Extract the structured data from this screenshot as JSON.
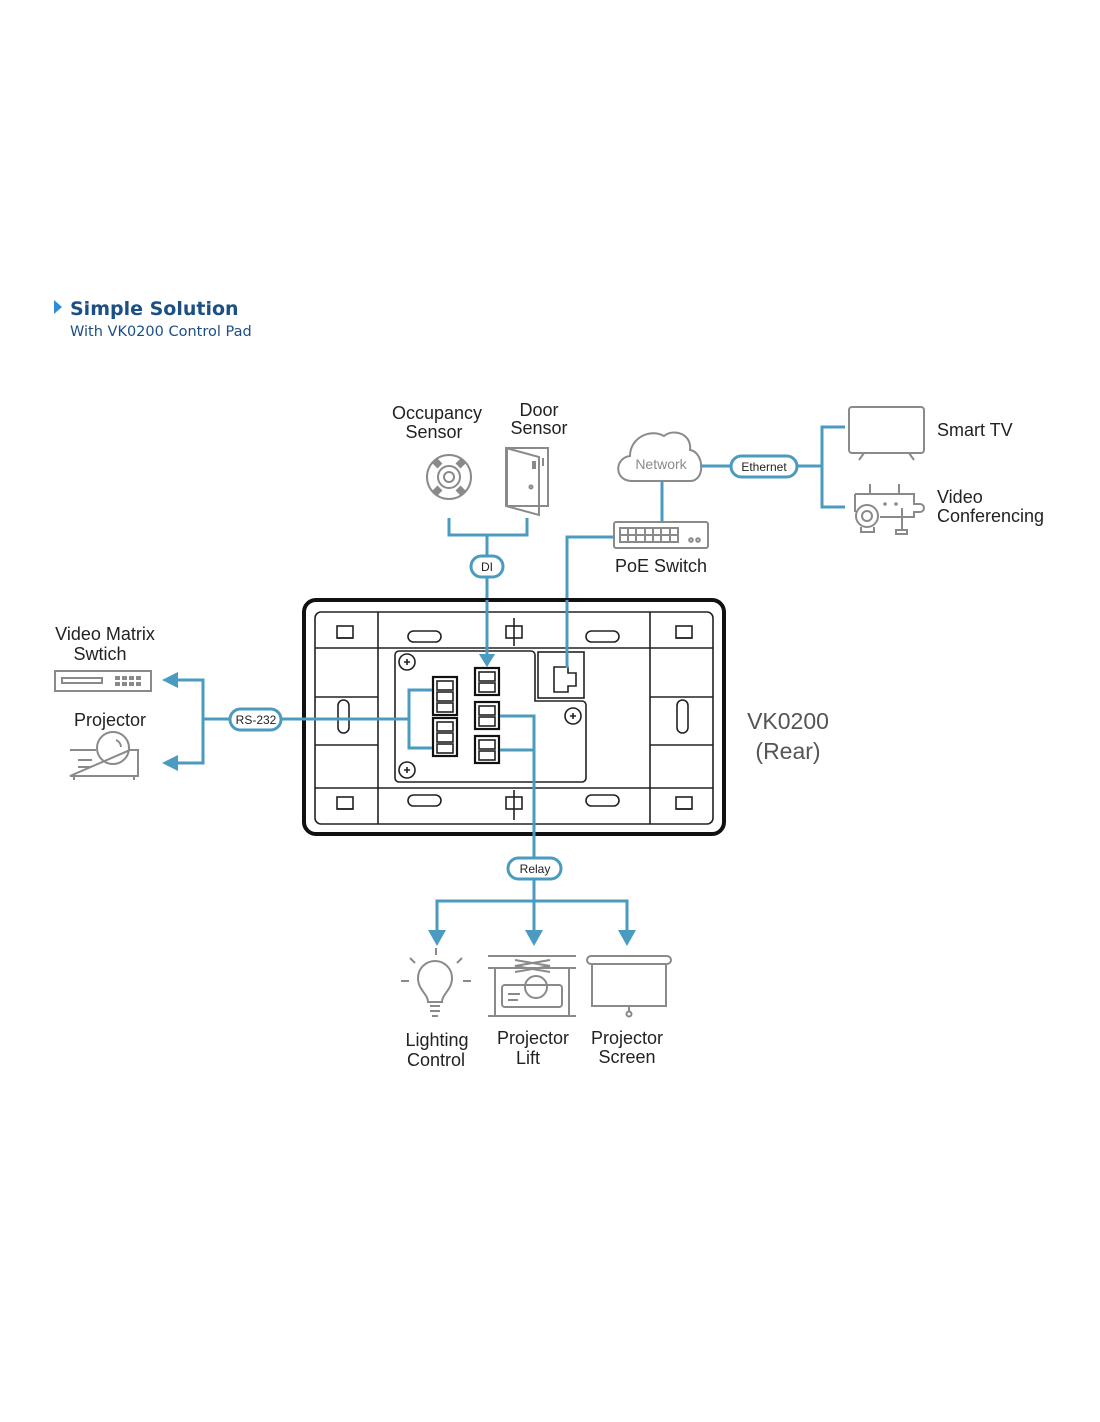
{
  "header": {
    "title": "Simple Solution",
    "subtitle": "With VK0200 Control Pad",
    "accent_color": "#2a8fd6",
    "text_color": "#1b4f86"
  },
  "colors": {
    "wire": "#4a9bbf",
    "icon": "#8a8a8a",
    "device": "#111111"
  },
  "device": {
    "name": "VK0200",
    "view": "(Rear)"
  },
  "connections": {
    "di": "DI",
    "ethernet": "Ethernet",
    "rs232": "RS-232",
    "relay": "Relay"
  },
  "nodes": {
    "occupancy_sensor": [
      "Occupancy",
      "Sensor"
    ],
    "door_sensor": [
      "Door",
      "Sensor"
    ],
    "network": "Network",
    "poe_switch": "PoE Switch",
    "smart_tv": "Smart TV",
    "video_conferencing": [
      "Video",
      "Conferencing"
    ],
    "video_matrix_switch": [
      "Video Matrix",
      "Swtich"
    ],
    "projector": "Projector",
    "lighting_control": [
      "Lighting",
      "Control"
    ],
    "projector_lift": [
      "Projector",
      "Lift"
    ],
    "projector_screen": [
      "Projector",
      "Screen"
    ]
  }
}
